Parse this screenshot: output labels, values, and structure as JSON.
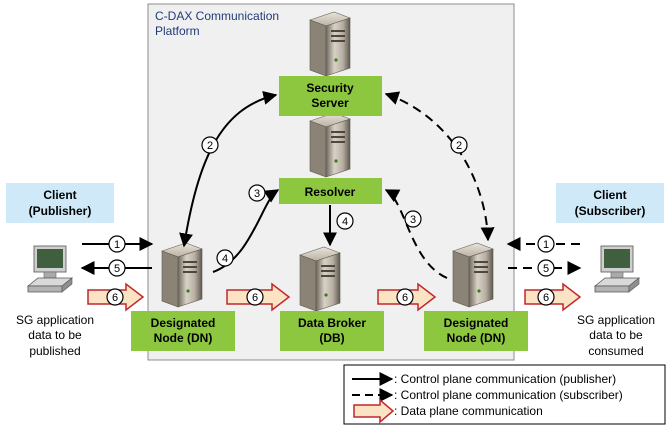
{
  "platform": {
    "title_line1": "C-DAX Communication",
    "title_line2": "Platform"
  },
  "nodes": {
    "security_server": {
      "line1": "Security",
      "line2": "Server"
    },
    "resolver": {
      "label": "Resolver"
    },
    "dn_left": {
      "line1": "Designated",
      "line2": "Node (DN)"
    },
    "data_broker": {
      "line1": "Data Broker",
      "line2": "(DB)"
    },
    "dn_right": {
      "line1": "Designated",
      "line2": "Node (DN)"
    }
  },
  "clients": {
    "publisher": {
      "line1": "Client",
      "line2": "(Publisher)",
      "desc1": "SG application",
      "desc2": "data to be",
      "desc3": "published"
    },
    "subscriber": {
      "line1": "Client",
      "line2": "(Subscriber)",
      "desc1": "SG application",
      "desc2": "data to be",
      "desc3": "consumed"
    }
  },
  "steps": {
    "s1": "1",
    "s2": "2",
    "s3": "3",
    "s4": "4",
    "s5": "5",
    "s6": "6"
  },
  "legend": {
    "solid": ": Control plane communication (publisher)",
    "dashed": ": Control plane communication (subscriber)",
    "data": ": Data plane communication"
  },
  "colors": {
    "node_green": "#8DC63F",
    "client_blue": "#CFE9F8",
    "platform_bg": "#F0F0F0",
    "data_arrow_fill": "#FBE3C4",
    "data_arrow_stroke": "#C0282D",
    "title_blue": "#1F3B7A"
  }
}
